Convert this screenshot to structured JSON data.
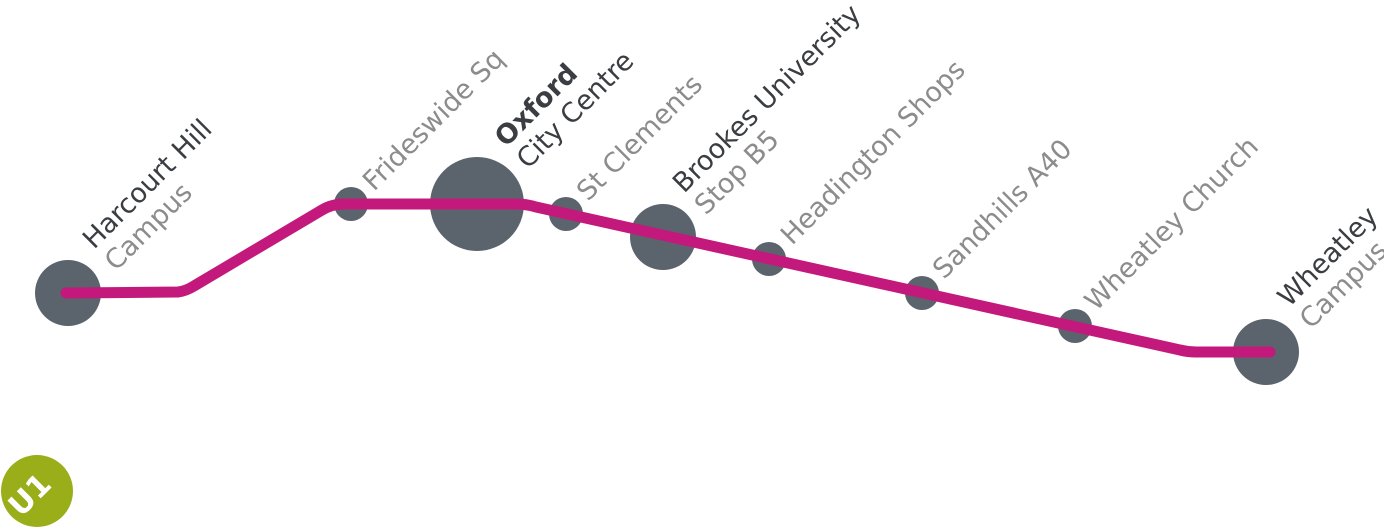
{
  "route": {
    "name": "U1",
    "line_color": "#c4197c",
    "badge_color": "#9aae1a",
    "stop_color": "#5b636d",
    "label_primary_color": "#3a3d42",
    "label_secondary_color": "#8c8c8c"
  },
  "stops": [
    {
      "id": "harcourt-hill",
      "line1": "Harcourt Hill",
      "line2": "Campus",
      "major": true
    },
    {
      "id": "frideswide-sq",
      "line1": "Frideswide Sq",
      "line2": "",
      "major": false
    },
    {
      "id": "oxford-city-centre",
      "line1": "Oxford",
      "line2": "City Centre",
      "major": true,
      "bold_first_line": true
    },
    {
      "id": "st-clements",
      "line1": "St Clements",
      "line2": "",
      "major": false
    },
    {
      "id": "brookes-university",
      "line1": "Brookes University",
      "line2": "Stop B5",
      "major": true
    },
    {
      "id": "headington-shops",
      "line1": "Headington Shops",
      "line2": "",
      "major": false
    },
    {
      "id": "sandhills-a40",
      "line1": "Sandhills A40",
      "line2": "",
      "major": false
    },
    {
      "id": "wheatley-church",
      "line1": "Wheatley Church",
      "line2": "",
      "major": false
    },
    {
      "id": "wheatley-campus",
      "line1": "Wheatley",
      "line2": "Campus",
      "major": true
    }
  ]
}
